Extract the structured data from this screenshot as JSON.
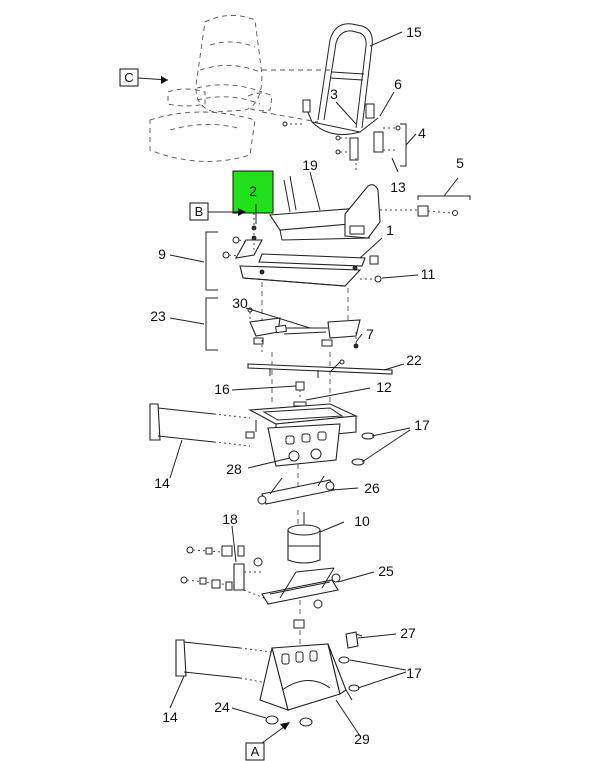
{
  "diagram": {
    "callouts": {
      "c1": "1",
      "c2": "2",
      "c3": "3",
      "c4": "4",
      "c5": "5",
      "c6": "6",
      "c7": "7",
      "c9": "9",
      "c10": "10",
      "c11": "11",
      "c12": "12",
      "c13": "13",
      "c14a": "14",
      "c14b": "14",
      "c15": "15",
      "c16": "16",
      "c17a": "17",
      "c17b": "17",
      "c18": "18",
      "c19": "19",
      "c22": "22",
      "c23": "23",
      "c24": "24",
      "c25": "25",
      "c26": "26",
      "c27": "27",
      "c28": "28",
      "c29": "29",
      "c30": "30"
    },
    "view_refs": {
      "A": "A",
      "B": "B",
      "C": "C"
    },
    "highlight": {
      "label": "2",
      "color": "#22e01c"
    }
  }
}
